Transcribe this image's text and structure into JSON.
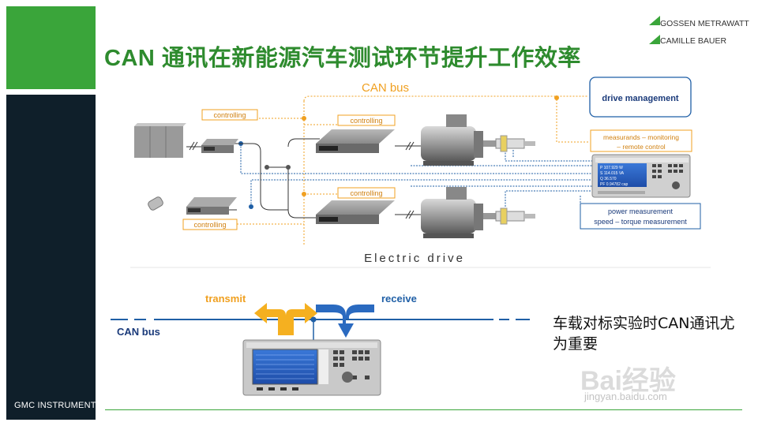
{
  "title": "CAN 通讯在新能源汽车测试环节提升工作效率",
  "brand": {
    "line1": "GOSSEN METRAWATT",
    "line2": "CAMILLE BAUER"
  },
  "footer_logo": "GMC INSTRUMENTS",
  "top_diagram": {
    "can_bus_label": "CAN bus",
    "controlling_label": "controlling",
    "drive_management": "drive management",
    "measurands": [
      "measurands – monitoring",
      "– remote control"
    ],
    "power_measurement": [
      "power measurement",
      "speed – torque measurement"
    ],
    "analyzer_screen": [
      "P 107.929 W",
      "S 114.015 VA",
      "Q 36.570",
      "PF 0.94782 cap"
    ],
    "caption": "Electric drive"
  },
  "bottom_diagram": {
    "transmit": "transmit",
    "receive": "receive",
    "can_bus_label": "CAN bus"
  },
  "note": "车载对标实验时CAN通讯尤为重要",
  "watermark": {
    "main": "Bai经验",
    "url": "jingyan.baidu.com"
  },
  "colors": {
    "green": "#3aa53a",
    "dark": "#0f1f2a",
    "orange": "#f0a020",
    "blue": "#1f5fa6",
    "dark_blue": "#1a3a7a"
  }
}
